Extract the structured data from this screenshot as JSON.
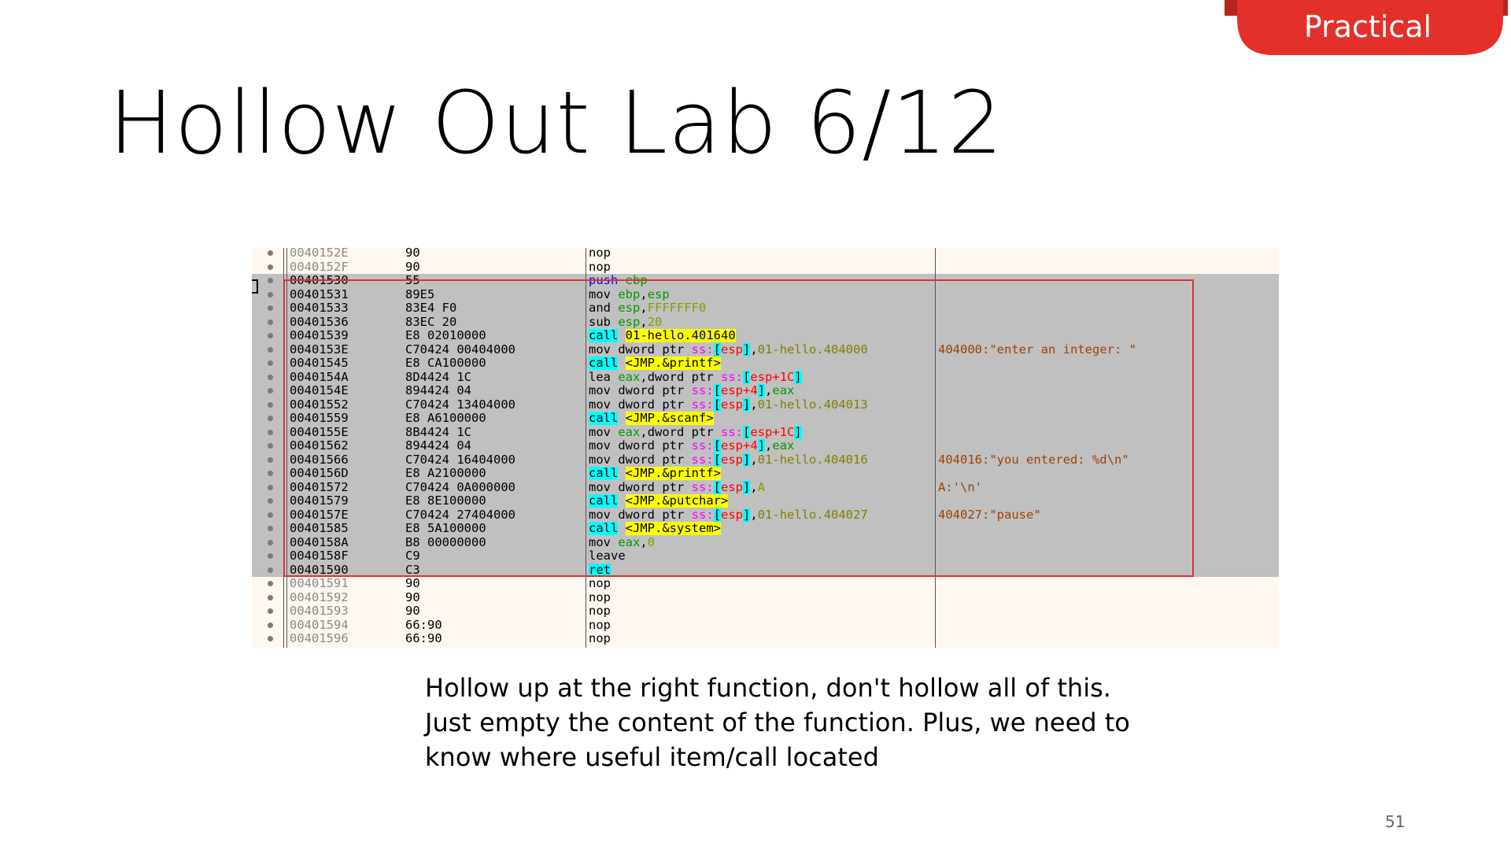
{
  "badge": {
    "label": "Practical",
    "color": "#e3302a"
  },
  "title": "Hollow Out Lab 6/12",
  "caption": "Hollow up at the right function, don't hollow all of this. Just empty the content of the function. Plus, we need to know where useful item/call located",
  "page_number": "51",
  "colors": {
    "selection": "#c0c0c0",
    "highlight_box": "#e03030",
    "register": "#009900",
    "call_target": "#ffff00",
    "bracket": "#00ffff"
  },
  "disassembly": {
    "rows": [
      {
        "addr": "0040152E",
        "bytes": "90",
        "mnemonic": "nop",
        "operands": "",
        "comment": "",
        "sel": false
      },
      {
        "addr": "0040152F",
        "bytes": "90",
        "mnemonic": "nop",
        "operands": "",
        "comment": "",
        "sel": false
      },
      {
        "addr": "00401530",
        "bytes": "55",
        "mnemonic": "push",
        "operands": "ebp",
        "comment": "",
        "sel": true
      },
      {
        "addr": "00401531",
        "bytes": "89E5",
        "mnemonic": "mov",
        "operands": "ebp,esp",
        "comment": "",
        "sel": true
      },
      {
        "addr": "00401533",
        "bytes": "83E4 F0",
        "mnemonic": "and",
        "operands": "esp,FFFFFFF0",
        "comment": "",
        "sel": true
      },
      {
        "addr": "00401536",
        "bytes": "83EC 20",
        "mnemonic": "sub",
        "operands": "esp,20",
        "comment": "",
        "sel": true
      },
      {
        "addr": "00401539",
        "bytes": "E8 02010000",
        "mnemonic": "call",
        "operands": "01-hello.401640",
        "comment": "",
        "sel": true
      },
      {
        "addr": "0040153E",
        "bytes": "C70424 00404000",
        "mnemonic": "mov",
        "operands": "dword ptr ss:[esp],01-hello.404000",
        "comment": "404000:\"enter an integer: \"",
        "sel": true
      },
      {
        "addr": "00401545",
        "bytes": "E8 CA100000",
        "mnemonic": "call",
        "operands": "<JMP.&printf>",
        "comment": "",
        "sel": true
      },
      {
        "addr": "0040154A",
        "bytes": "8D4424 1C",
        "mnemonic": "lea",
        "operands": "eax,dword ptr ss:[esp+1C]",
        "comment": "",
        "sel": true
      },
      {
        "addr": "0040154E",
        "bytes": "894424 04",
        "mnemonic": "mov",
        "operands": "dword ptr ss:[esp+4],eax",
        "comment": "",
        "sel": true
      },
      {
        "addr": "00401552",
        "bytes": "C70424 13404000",
        "mnemonic": "mov",
        "operands": "dword ptr ss:[esp],01-hello.404013",
        "comment": "",
        "sel": true
      },
      {
        "addr": "00401559",
        "bytes": "E8 A6100000",
        "mnemonic": "call",
        "operands": "<JMP.&scanf>",
        "comment": "",
        "sel": true
      },
      {
        "addr": "0040155E",
        "bytes": "8B4424 1C",
        "mnemonic": "mov",
        "operands": "eax,dword ptr ss:[esp+1C]",
        "comment": "",
        "sel": true
      },
      {
        "addr": "00401562",
        "bytes": "894424 04",
        "mnemonic": "mov",
        "operands": "dword ptr ss:[esp+4],eax",
        "comment": "",
        "sel": true
      },
      {
        "addr": "00401566",
        "bytes": "C70424 16404000",
        "mnemonic": "mov",
        "operands": "dword ptr ss:[esp],01-hello.404016",
        "comment": "404016:\"you entered: %d\\n\"",
        "sel": true
      },
      {
        "addr": "0040156D",
        "bytes": "E8 A2100000",
        "mnemonic": "call",
        "operands": "<JMP.&printf>",
        "comment": "",
        "sel": true
      },
      {
        "addr": "00401572",
        "bytes": "C70424 0A000000",
        "mnemonic": "mov",
        "operands": "dword ptr ss:[esp],A",
        "comment": "A:'\\n'",
        "sel": true
      },
      {
        "addr": "00401579",
        "bytes": "E8 8E100000",
        "mnemonic": "call",
        "operands": "<JMP.&putchar>",
        "comment": "",
        "sel": true
      },
      {
        "addr": "0040157E",
        "bytes": "C70424 27404000",
        "mnemonic": "mov",
        "operands": "dword ptr ss:[esp],01-hello.404027",
        "comment": "404027:\"pause\"",
        "sel": true
      },
      {
        "addr": "00401585",
        "bytes": "E8 5A100000",
        "mnemonic": "call",
        "operands": "<JMP.&system>",
        "comment": "",
        "sel": true
      },
      {
        "addr": "0040158A",
        "bytes": "B8 00000000",
        "mnemonic": "mov",
        "operands": "eax,0",
        "comment": "",
        "sel": true
      },
      {
        "addr": "0040158F",
        "bytes": "C9",
        "mnemonic": "leave",
        "operands": "",
        "comment": "",
        "sel": true
      },
      {
        "addr": "00401590",
        "bytes": "C3",
        "mnemonic": "ret",
        "operands": "",
        "comment": "",
        "sel": true
      },
      {
        "addr": "00401591",
        "bytes": "90",
        "mnemonic": "nop",
        "operands": "",
        "comment": "",
        "sel": false
      },
      {
        "addr": "00401592",
        "bytes": "90",
        "mnemonic": "nop",
        "operands": "",
        "comment": "",
        "sel": false
      },
      {
        "addr": "00401593",
        "bytes": "90",
        "mnemonic": "nop",
        "operands": "",
        "comment": "",
        "sel": false
      },
      {
        "addr": "00401594",
        "bytes": "66:90",
        "mnemonic": "nop",
        "operands": "",
        "comment": "",
        "sel": false
      },
      {
        "addr": "00401596",
        "bytes": "66:90",
        "mnemonic": "nop",
        "operands": "",
        "comment": "",
        "sel": false
      }
    ]
  }
}
